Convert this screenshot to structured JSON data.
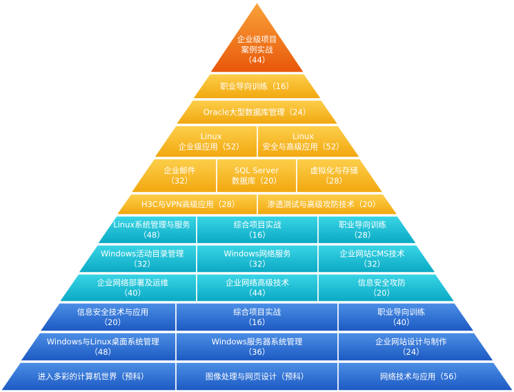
{
  "diagram": {
    "levels": [
      {
        "tier": "top",
        "colors": [
          "#f9a43a",
          "#e8570a"
        ],
        "cells": [
          {
            "lines": [
              "企业级项目",
              "案例实战",
              "（44）"
            ]
          }
        ]
      },
      {
        "tier": "orange",
        "colors": [
          "#fccf4c",
          "#f2a70e"
        ],
        "cells": [
          {
            "lines": [
              "职业导向训练（16）"
            ]
          }
        ]
      },
      {
        "tier": "orange",
        "colors": [
          "#fccf4c",
          "#f2a70e"
        ],
        "cells": [
          {
            "lines": [
              "Oracle大型数据库管理（24）"
            ]
          }
        ]
      },
      {
        "tier": "orange",
        "colors": [
          "#fccf4c",
          "#f2a70e"
        ],
        "cells": [
          {
            "lines": [
              "Linux",
              "企业级应用（52）"
            ]
          },
          {
            "lines": [
              "Linux",
              "安全与高级应用（52）"
            ]
          }
        ]
      },
      {
        "tier": "orange",
        "colors": [
          "#fccf4c",
          "#f2a70e"
        ],
        "cells": [
          {
            "lines": [
              "企业邮件",
              "（32）"
            ]
          },
          {
            "lines": [
              "SQL Server",
              "数据库（20）"
            ]
          },
          {
            "lines": [
              "虚拟化与存储",
              "（28）"
            ]
          }
        ]
      },
      {
        "tier": "orange",
        "colors": [
          "#fccf4c",
          "#f2a70e"
        ],
        "cells": [
          {
            "lines": [
              "H3C与VPN高级应用（28）"
            ]
          },
          {
            "lines": [
              "渗透测试与高级攻防技术（20）"
            ]
          }
        ]
      },
      {
        "tier": "teal",
        "colors": [
          "#3ad6e6",
          "#0aa8c4"
        ],
        "cells": [
          {
            "lines": [
              "Linux系统管理与服务",
              "（48）"
            ]
          },
          {
            "lines": [
              "综合项目实战",
              "（16）"
            ]
          },
          {
            "lines": [
              "职业导向训练",
              "（28）"
            ]
          }
        ]
      },
      {
        "tier": "teal",
        "colors": [
          "#3ad6e6",
          "#0aa8c4"
        ],
        "cells": [
          {
            "lines": [
              "Windows活动目录管理",
              "（32）"
            ]
          },
          {
            "lines": [
              "Windows网络服务",
              "（32）"
            ]
          },
          {
            "lines": [
              "企业网站CMS技术",
              "（32）"
            ]
          }
        ]
      },
      {
        "tier": "teal",
        "colors": [
          "#3ad6e6",
          "#0aa8c4"
        ],
        "cells": [
          {
            "lines": [
              "企业网络部署及运维",
              "（40）"
            ]
          },
          {
            "lines": [
              "企业网络高级技术",
              "（44）"
            ]
          },
          {
            "lines": [
              "信息安全攻防",
              "（20）"
            ]
          }
        ]
      },
      {
        "tier": "blue",
        "colors": [
          "#4c8fe6",
          "#1c59c2"
        ],
        "cells": [
          {
            "lines": [
              "信息安全技术与应用",
              "（20）"
            ]
          },
          {
            "lines": [
              "综合项目实战",
              "（16）"
            ]
          },
          {
            "lines": [
              "职业导向训练",
              "（40）"
            ]
          }
        ]
      },
      {
        "tier": "blue",
        "colors": [
          "#4c8fe6",
          "#1c59c2"
        ],
        "cells": [
          {
            "lines": [
              "Windows与Linux桌面系统管理",
              "（48）"
            ]
          },
          {
            "lines": [
              "Windows服务器系统管理",
              "（36）"
            ]
          },
          {
            "lines": [
              "企业网站设计与制作",
              "（24）"
            ]
          }
        ]
      },
      {
        "tier": "blue",
        "colors": [
          "#4c8fe6",
          "#1c59c2"
        ],
        "cells": [
          {
            "lines": [
              "进入多彩的计算机世界（预科）"
            ]
          },
          {
            "lines": [
              "图像处理与网页设计（预科）"
            ]
          },
          {
            "lines": [
              "网络技术与应用（56）"
            ]
          }
        ]
      }
    ]
  }
}
